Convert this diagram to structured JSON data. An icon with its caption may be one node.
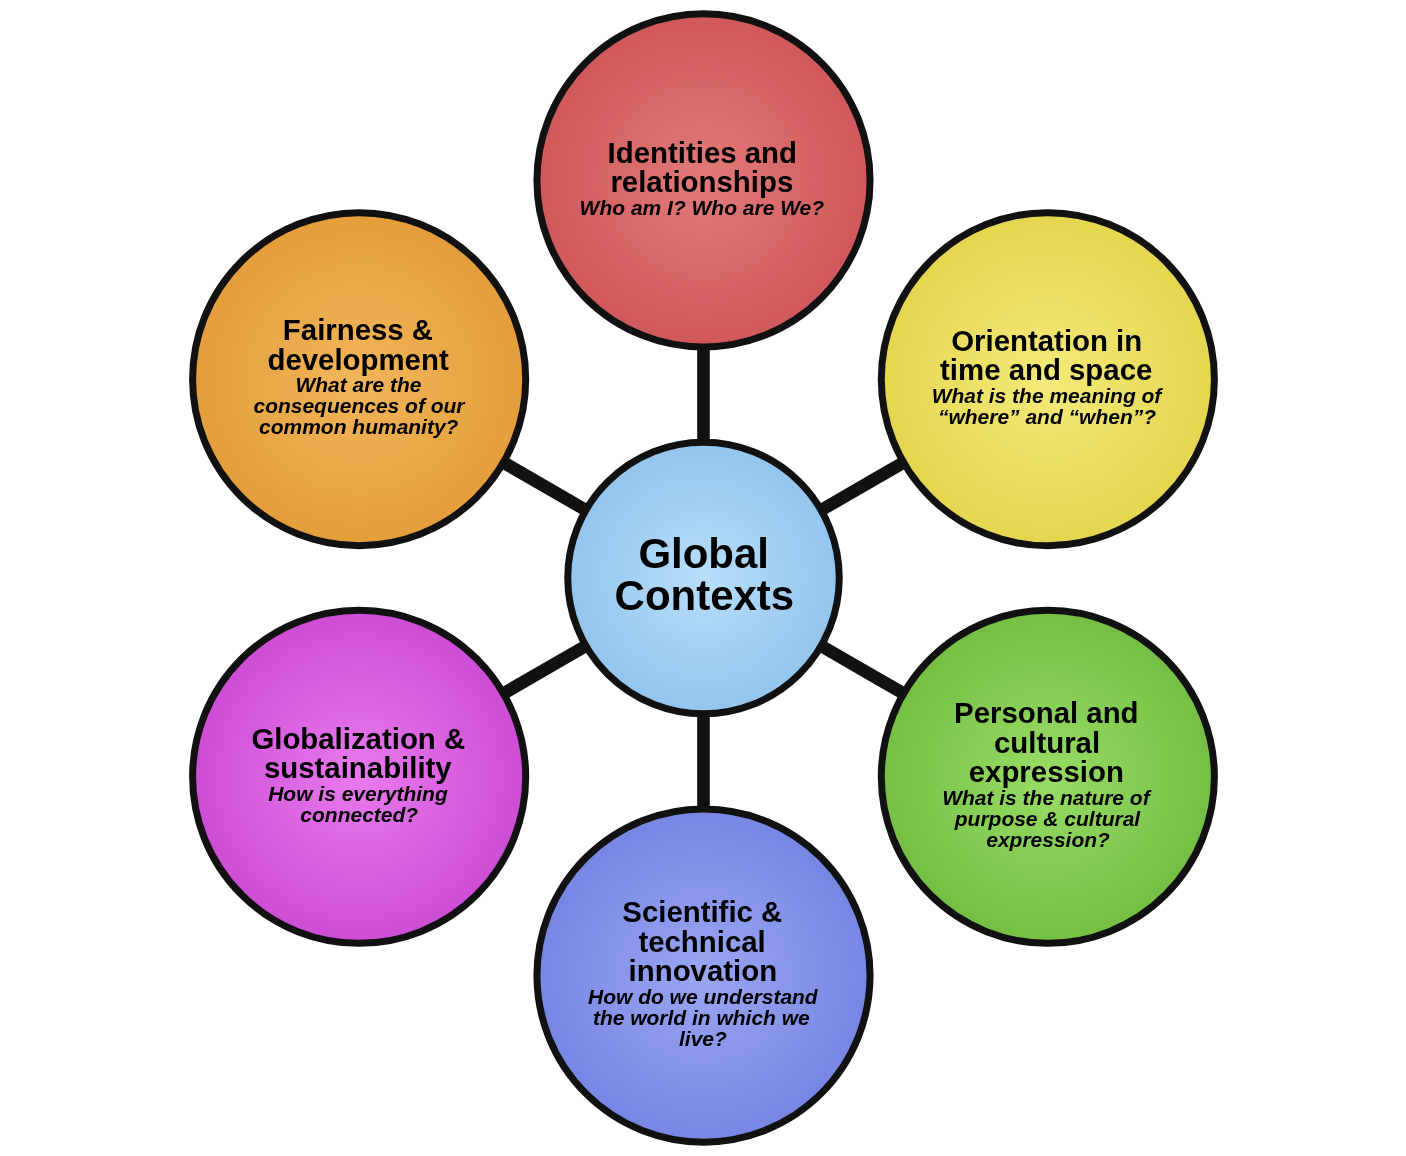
{
  "diagram": {
    "nodes": [
      {
        "text": [
          "Identities and relationships",
          "Who am I? Who are We?"
        ]
      },
      {
        "text": [
          "Fairness & development",
          "What are the consequences of our common humanity?"
        ]
      },
      {
        "text": [
          "Orientation in time and space",
          "What is the meaning of “where” and “when”?"
        ]
      },
      {
        "text": [
          "Global Contexts"
        ]
      },
      {
        "text": [
          "Globalization & sustainability",
          "How is everything connected?"
        ]
      },
      {
        "text": [
          "Personal and cultural expression",
          "What is the nature of purpose & cultural expression?"
        ]
      },
      {
        "text": [
          "Scientific & technical innovation",
          "How do we understand the world in which we live?"
        ]
      }
    ],
    "edges": [
      {
        "from": 3,
        "to": 0,
        "arrow": "none"
      },
      {
        "from": 3,
        "to": 2,
        "arrow": "none"
      },
      {
        "from": 3,
        "to": 5,
        "arrow": "none"
      },
      {
        "from": 3,
        "to": 6,
        "arrow": "none"
      },
      {
        "from": 3,
        "to": 4,
        "arrow": "none"
      },
      {
        "from": 3,
        "to": 1,
        "arrow": "none"
      }
    ]
  }
}
